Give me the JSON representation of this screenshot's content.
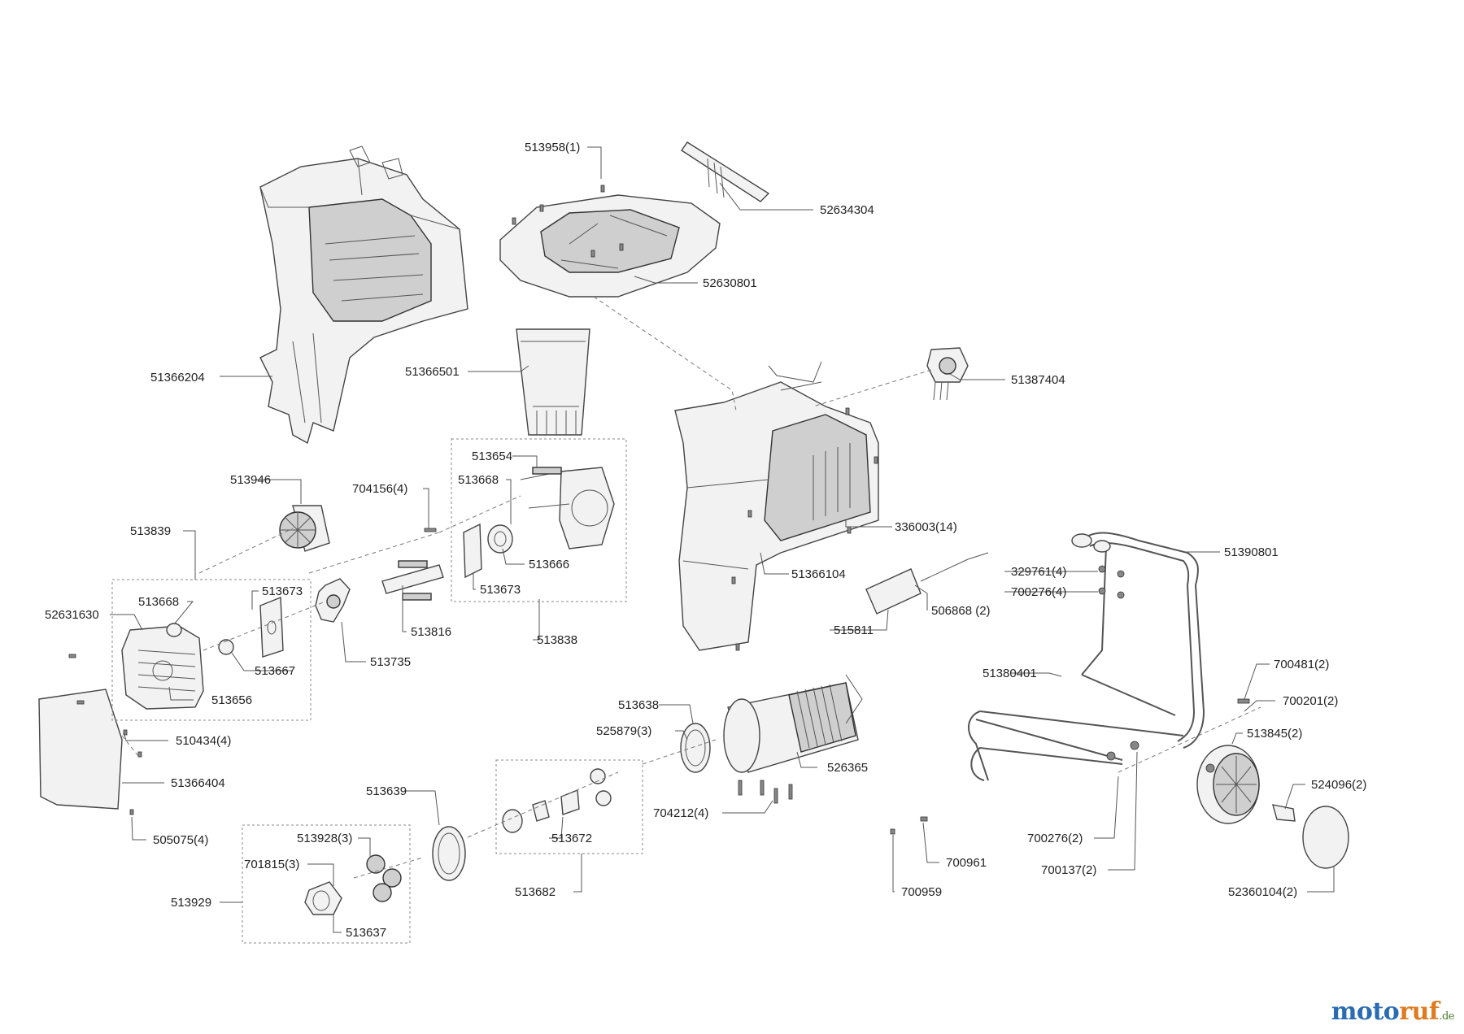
{
  "diagram": {
    "part_labels": {
      "p513958": "513958(1)",
      "p52634304": "52634304",
      "p52630801": "52630801",
      "p51366204": "51366204",
      "p51366501": "51366501",
      "p51387404": "51387404",
      "p513654": "513654",
      "p513946": "513946",
      "p704156": "704156(4)",
      "p513668a": "513668",
      "p513666": "513666",
      "p513673a": "513673",
      "p336003": "336003(14)",
      "p513839": "513839",
      "p513668b": "513668",
      "p513673b": "513673",
      "p52631630": "52631630",
      "p513816": "513816",
      "p513838": "513838",
      "p51366104": "51366104",
      "p51390801": "51390801",
      "p329761": "329761(4)",
      "p700276a": "700276(4)",
      "p506868": "506868 (2)",
      "p515811": "515811",
      "p513667": "513667",
      "p513735": "513735",
      "p513656": "513656",
      "p51380401": "51380401",
      "p700481": "700481(2)",
      "p700201": "700201(2)",
      "p513638": "513638",
      "p525879": "525879(3)",
      "p510434": "510434(4)",
      "p526365": "526365",
      "p513845": "513845(2)",
      "p51366404": "51366404",
      "p524096": "524096(2)",
      "p513639": "513639",
      "p704212": "704212(4)",
      "p700276b": "700276(2)",
      "p505075": "505075(4)",
      "p513672": "513672",
      "p513928": "513928(3)",
      "p700961": "700961",
      "p700137": "700137(2)",
      "p701815": "701815(3)",
      "p513682": "513682",
      "p700959": "700959",
      "p52360104": "52360104(2)",
      "p513929": "513929",
      "p513637": "513637"
    }
  },
  "watermark": {
    "part1": "moto",
    "part2": "ruf",
    "part3": ".de"
  }
}
